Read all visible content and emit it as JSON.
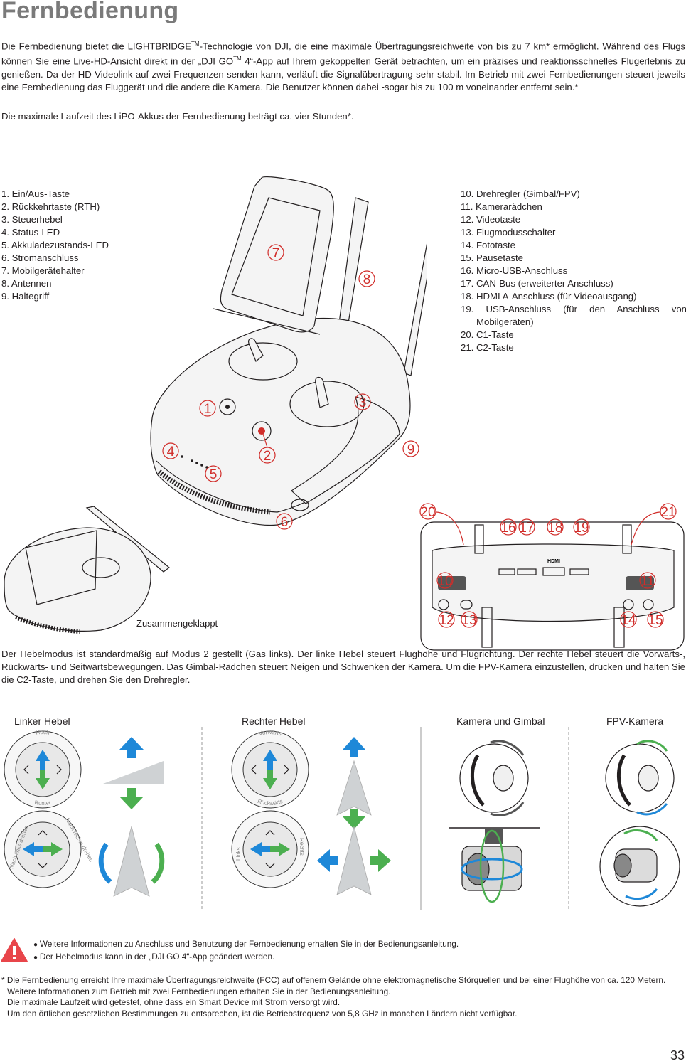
{
  "title": "Fernbedienung",
  "intro": {
    "part1": "Die Fernbedienung bietet die LIGHTBRIDGE",
    "tm1": "TM",
    "part2": "-Technologie von DJI, die eine maximale Übertragungsreichweite von bis zu 7 km* ermöglicht. Während des Flugs können Sie eine Live-HD-Ansicht direkt in der „DJI GO",
    "tm2": "TM",
    "part3": " 4“-App auf Ihrem gekoppelten Gerät betrachten, um ein präzises und reaktionsschnelles Flugerlebnis zu genießen. Da der HD-Videolink auf zwei Frequenzen senden kann, verläuft die Signalübertragung sehr stabil. Im Betrieb mit zwei Fernbedienungen steuert jeweils eine Fernbedienung das Fluggerät und die andere die Kamera. Die Benutzer können dabei -sogar bis zu 100 m voneinander entfernt sein.*"
  },
  "battery_text": "Die maximale Laufzeit des LiPO-Akkus der Fernbedienung beträgt ca. vier Stunden*.",
  "legend_left": [
    "1. Ein/Aus-Taste",
    "2. Rückkehrtaste (RTH)",
    "3. Steuerhebel",
    "4. Status-LED",
    "5. Akkuladezustands-LED",
    "6. Stromanschluss",
    "7. Mobilgerätehalter",
    "8. Antennen",
    "9. Haltegriff"
  ],
  "legend_right": [
    "10. Drehregler (Gimbal/FPV)",
    "11. Kamerarädchen",
    "12. Videotaste",
    "13. Flugmodusschalter",
    "14. Fototaste",
    "15. Pausetaste",
    "16. Micro-USB-Anschluss",
    "17. CAN-Bus (erweiterter Anschluss)",
    "18. HDMI A-Anschluss (für Videoausgang)",
    "19. USB-Anschluss (für den Anschluss von Mobilgeräten)",
    "20. C1-Taste",
    "21. C2-Taste"
  ],
  "callouts_main": [
    "1",
    "2",
    "3",
    "4",
    "5",
    "6",
    "7",
    "8",
    "9"
  ],
  "callouts_back": [
    "10",
    "11",
    "12",
    "13",
    "14",
    "15",
    "16",
    "17",
    "18",
    "19",
    "20",
    "21"
  ],
  "port_label_hdmi": "HDMI",
  "folded_label": "Zusammengeklappt",
  "stick_mode_text": "Der Hebelmodus ist standardmäßig auf Modus 2 gestellt (Gas links). Der linke Hebel steuert Flughöhe und Flugrichtung. Der rechte Hebel steuert die Vorwärts-, Rückwärts- und Seitwärtsbewegungen. Das Gimbal-Rädchen steuert Neigen und Schwenken der Kamera. Um die FPV-Kamera einzustellen, drücken und halten Sie die C2-Taste, und drehen Sie den Drehregler.",
  "sections": {
    "left_stick": "Linker Hebel",
    "right_stick": "Rechter Hebel",
    "gimbal": "Kamera und Gimbal",
    "fpv": "FPV-Kamera"
  },
  "stick_labels": {
    "up": "Hoch",
    "down": "Runter",
    "turn_left": "Nach links drehen",
    "turn_right": "Nach rechts drehen",
    "forward": "Vorwärts",
    "backward": "Rückwärts",
    "left": "Links",
    "right": "Rechts"
  },
  "warnings": [
    "Weitere Informationen zu Anschluss und Benutzung der Fernbedienung erhalten Sie in der Bedienungsanleitung.",
    "Der Hebelmodus kann in der „DJI GO 4“-App geändert werden."
  ],
  "footnote": [
    "* Die Fernbedienung erreicht Ihre maximale Übertragungsreichweite (FCC) auf offenem Gelände ohne elektromagnetische Störquellen und bei einer Flughöhe von ca. 120 Metern.",
    "Weitere Informationen zum Betrieb mit zwei Fernbedienungen erhalten Sie in der Bedienungsanleitung.",
    "Die maximale Laufzeit wird getestet, ohne dass ein Smart Device mit Strom versorgt wird.",
    "Um den örtlichen gesetzlichen Bestimmungen zu entsprechen, ist die Betriebsfrequenz von 5,8 GHz in manchen Ländern nicht verfügbar."
  ],
  "page_number": "33",
  "colors": {
    "callout": "#d12d2a",
    "arrow_blue": "#1e88d8",
    "arrow_green": "#4caf50",
    "warning": "#e8454a",
    "title_gray": "#7a7a7a"
  },
  "icons": [
    "warning-triangle-icon",
    "arrow-up-icon",
    "arrow-down-icon",
    "rotate-left-icon",
    "rotate-right-icon",
    "paper-plane-icon"
  ]
}
